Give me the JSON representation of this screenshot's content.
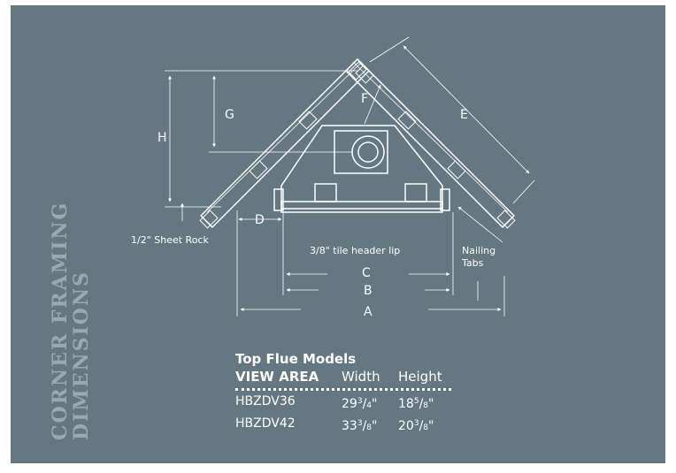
{
  "side_title": {
    "line1": "CORNER FRAMING",
    "line2": "DIMENSIONS"
  },
  "labels": {
    "h": "H",
    "g": "G",
    "f": "F",
    "e": "E",
    "d": "D",
    "c": "C",
    "b": "B",
    "a": "A",
    "sheet_rock": "1/2\" Sheet Rock",
    "tile_header_lip": "3/8\" tile header lip",
    "nailing_tabs_1": "Nailing",
    "nailing_tabs_2": "Tabs"
  },
  "table": {
    "title": "Top Flue Models",
    "headers": [
      "VIEW AREA",
      "Width",
      "Height"
    ],
    "rows": [
      {
        "model": "HBZDV36",
        "width": {
          "whole": "29",
          "num": "3",
          "den": "4",
          "unit": "\""
        },
        "height": {
          "whole": "18",
          "num": "5",
          "den": "8",
          "unit": "\""
        }
      },
      {
        "model": "HBZDV42",
        "width": {
          "whole": "33",
          "num": "3",
          "den": "8",
          "unit": "\""
        },
        "height": {
          "whole": "20",
          "num": "3",
          "den": "8",
          "unit": "\""
        }
      }
    ]
  },
  "colors": {
    "background": "#657781",
    "line": "#ffffff",
    "side_title": "#9aa8b0"
  }
}
